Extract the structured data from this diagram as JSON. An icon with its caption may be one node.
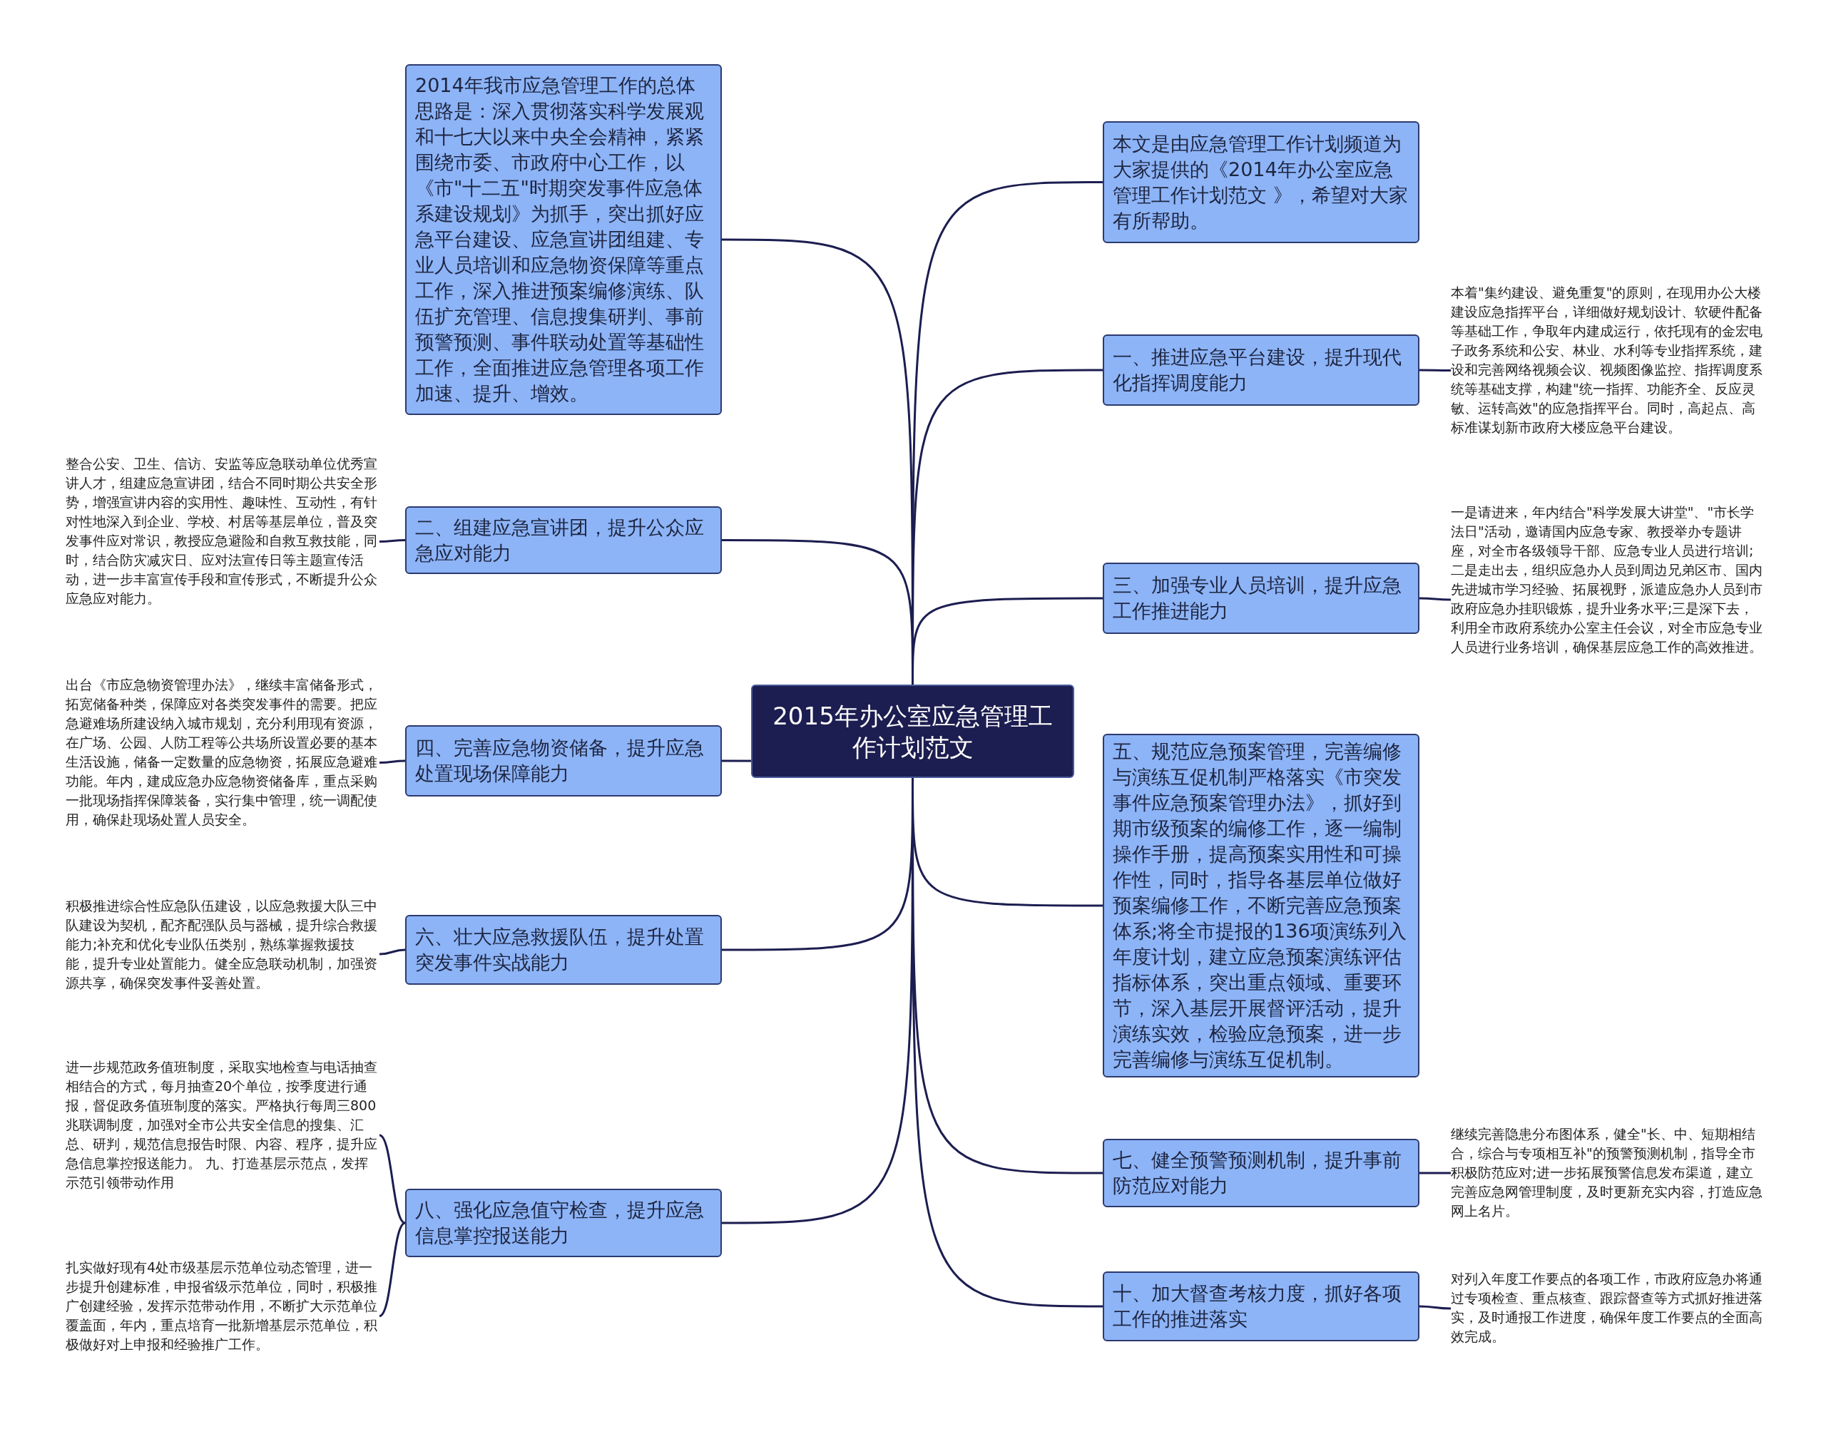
{
  "diagram": {
    "nodes": [
      {
        "text": [
          "2015年办公室应急管理工作计划范文"
        ]
      },
      {
        "text": [
          "2014年我市应急管理工作的总体思路是：深入贯彻落实科学发展观和十七大以来中央全会精神，紧紧围绕市委、市政府中心工作，以《市\"十二五\"时期突发事件应急体系建设规划》为抓手，突出抓好应急平台建设、应急宣讲团组建、专业人员培训和应急物资保障等重点工作，深入推进预案编修演练、队伍扩充管理、信息搜集研判、事前预警预测、事件联动处置等基础性工作，全面推进应急管理各项工作加速、提升、增效。"
        ]
      },
      {
        "text": [
          "二、组建应急宣讲团，提升公众应急应对能力"
        ]
      },
      {
        "text": [
          "四、完善应急物资储备，提升应急处置现场保障能力"
        ]
      },
      {
        "text": [
          "六、壮大应急救援队伍，提升处置突发事件实战能力"
        ]
      },
      {
        "text": [
          "八、强化应急值守检查，提升应急信息掌控报送能力"
        ]
      },
      {
        "text": [
          "本文是由应急管理工作计划频道为大家提供的《2014年办公室应急管理工作计划范文 》，希望对大家有所帮助。"
        ]
      },
      {
        "text": [
          "一、推进应急平台建设，提升现代化指挥调度能力"
        ]
      },
      {
        "text": [
          "三、加强专业人员培训，提升应急工作推进能力"
        ]
      },
      {
        "text": [
          "五、规范应急预案管理，完善编修与演练互促机制严格落实《市突发事件应急预案管理办法》，抓好到期市级预案的编修工作，逐一编制操作手册，提高预案实用性和可操作性，同时，指导各基层单位做好预案编修工作，不断完善应急预案体系;将全市提报的136项演练列入年度计划，建立应急预案演练评估指标体系，突出重点领域、重要环节，深入基层开展督评活动，提升演练实效，检验应急预案，进一步完善编修与演练互促机制。"
        ]
      },
      {
        "text": [
          "七、健全预警预测机制，提升事前防范应对能力"
        ]
      },
      {
        "text": [
          "十、加大督查考核力度，抓好各项工作的推进落实"
        ]
      },
      {
        "text": [
          "整合公安、卫生、信访、安监等应急联动单位优秀宣讲人才，组建应急宣讲团，结合不同时期公共安全形势，增强宣讲内容的实用性、趣味性、互动性，有针对性地深入到企业、学校、村居等基层单位，普及突发事件应对常识，教授应急避险和自救互救技能，同时，结合防灾减灾日、应对法宣传日等主题宣传活动，进一步丰富宣传手段和宣传形式，不断提升公众应急应对能力。"
        ]
      },
      {
        "text": [
          "出台《市应急物资管理办法》，继续丰富储备形式，拓宽储备种类，保障应对各类突发事件的需要。把应急避难场所建设纳入城市规划，充分利用现有资源，在广场、公园、人防工程等公共场所设置必要的基本生活设施，储备一定数量的应急物资，拓展应急避难功能。年内，建成应急办应急物资储备库，重点采购一批现场指挥保障装备，实行集中管理，统一调配使用，确保赴现场处置人员安全。"
        ]
      },
      {
        "text": [
          "积极推进综合性应急队伍建设，以应急救援大队三中队建设为契机，配齐配强队员与器械，提升综合救援能力;补充和优化专业队伍类别，熟练掌握救援技能，提升专业处置能力。健全应急联动机制，加强资源共享，确保突发事件妥善处置。"
        ]
      },
      {
        "text": [
          "进一步规范政务值班制度，采取实地检查与电话抽查相结合的方式，每月抽查20个单位，按季度进行通报，督促政务值班制度的落实。严格执行每周三800兆联调制度，加强对全市公共安全信息的搜集、汇总、研判，规范信息报告时限、内容、程序，提升应急信息掌控报送能力。 九、打造基层示范点，发挥示范引领带动作用"
        ]
      },
      {
        "text": [
          "扎实做好现有4处市级基层示范单位动态管理，进一步提升创建标准，申报省级示范单位，同时，积极推广创建经验，发挥示范带动作用，不断扩大示范单位覆盖面，年内，重点培育一批新增基层示范单位，积极做好对上申报和经验推广工作。"
        ]
      },
      {
        "text": [
          "本着\"集约建设、避免重复\"的原则，在现用办公大楼建设应急指挥平台，详细做好规划设计、软硬件配备等基础工作，争取年内建成运行，依托现有的金宏电子政务系统和公安、林业、水利等专业指挥系统，建设和完善网络视频会议、视频图像监控、指挥调度系统等基础支撑，构建\"统一指挥、功能齐全、反应灵敏、运转高效\"的应急指挥平台。同时，高起点、高标准谋划新市政府大楼应急平台建设。"
        ]
      },
      {
        "text": [
          "一是请进来，年内结合\"科学发展大讲堂\"、\"市长学法日\"活动，邀请国内应急专家、教授举办专题讲座，对全市各级领导干部、应急专业人员进行培训;二是走出去，组织应急办人员到周边兄弟区市、国内先进城市学习经验、拓展视野，派遣应急办人员到市政府应急办挂职锻炼，提升业务水平;三是深下去，利用全市政府系统办公室主任会议，对全市应急专业人员进行业务培训，确保基层应急工作的高效推进。"
        ]
      },
      {
        "text": [
          "继续完善隐患分布图体系，健全\"长、中、短期相结合，综合与专项相互补\"的预警预测机制，指导全市积极防范应对;进一步拓展预警信息发布渠道，建立完善应急网管理制度，及时更新充实内容，打造应急网上名片。"
        ]
      },
      {
        "text": [
          "对列入年度工作要点的各项工作，市政府应急办将通过专项检查、重点核查、跟踪督查等方式抓好推进落实，及时通报工作进度，确保年度工作要点的全面高效完成。"
        ]
      }
    ],
    "edges": [
      {
        "from": 0,
        "to": 1,
        "arrow": "none"
      },
      {
        "from": 0,
        "to": 2,
        "arrow": "none"
      },
      {
        "from": 0,
        "to": 3,
        "arrow": "none"
      },
      {
        "from": 0,
        "to": 4,
        "arrow": "none"
      },
      {
        "from": 0,
        "to": 5,
        "arrow": "none"
      },
      {
        "from": 0,
        "to": 6,
        "arrow": "none"
      },
      {
        "from": 0,
        "to": 7,
        "arrow": "none"
      },
      {
        "from": 0,
        "to": 8,
        "arrow": "none"
      },
      {
        "from": 0,
        "to": 9,
        "arrow": "none"
      },
      {
        "from": 0,
        "to": 10,
        "arrow": "none"
      },
      {
        "from": 0,
        "to": 11,
        "arrow": "none"
      },
      {
        "from": 2,
        "to": 12,
        "arrow": "none"
      },
      {
        "from": 3,
        "to": 13,
        "arrow": "none"
      },
      {
        "from": 4,
        "to": 14,
        "arrow": "none"
      },
      {
        "from": 5,
        "to": 15,
        "arrow": "none"
      },
      {
        "from": 5,
        "to": 16,
        "arrow": "none"
      },
      {
        "from": 7,
        "to": 17,
        "arrow": "none"
      },
      {
        "from": 8,
        "to": 18,
        "arrow": "none"
      },
      {
        "from": 10,
        "to": 19,
        "arrow": "none"
      },
      {
        "from": 11,
        "to": 20,
        "arrow": "none"
      }
    ]
  }
}
